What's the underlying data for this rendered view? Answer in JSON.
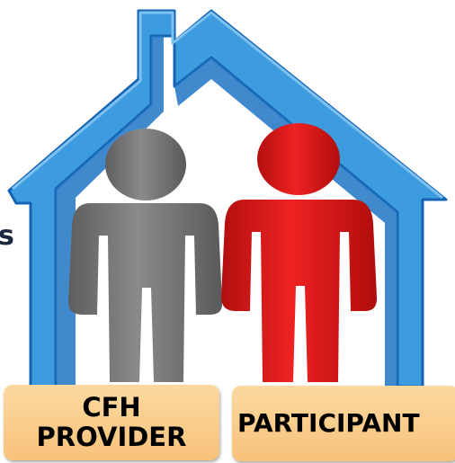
{
  "stray_text": "s",
  "labels": {
    "provider_line1": "CFH",
    "provider_line2": "PROVIDER",
    "participant": "PARTICIPANT"
  },
  "colors": {
    "house_light": "#3d9be0",
    "house_dark": "#1564b4",
    "provider_figure": "#7b7b7b",
    "participant_figure": "#e01a1a",
    "label_background": "#f8c98a",
    "stray_text": "#1c2740"
  }
}
